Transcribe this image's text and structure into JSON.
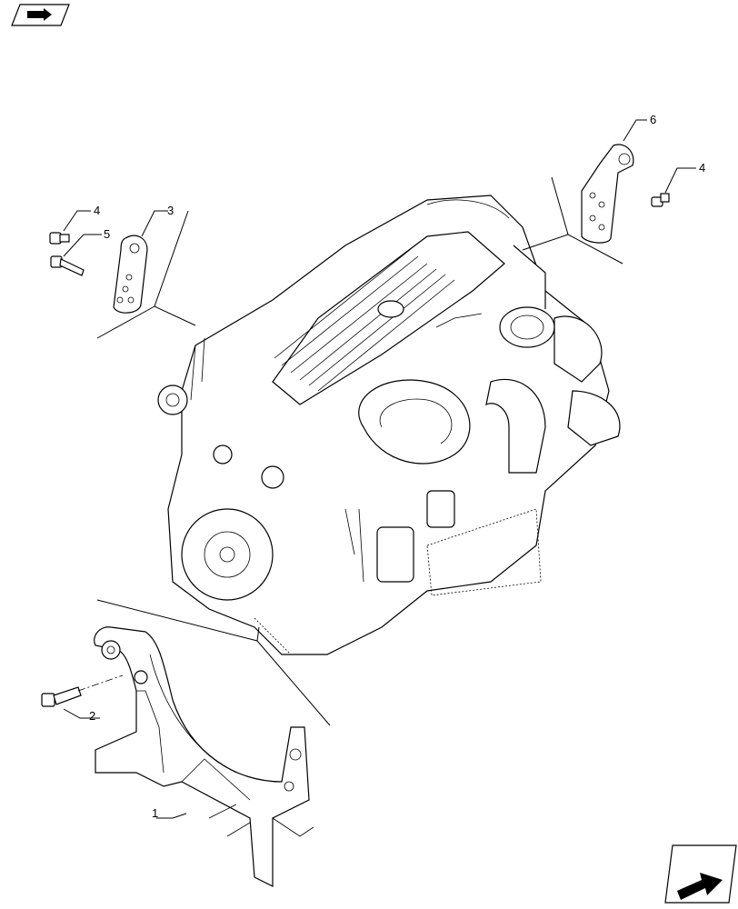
{
  "callouts": [
    {
      "id": "c1",
      "label": "1"
    },
    {
      "id": "c2",
      "label": "2"
    },
    {
      "id": "c3",
      "label": "3"
    },
    {
      "id": "c4a",
      "label": "4"
    },
    {
      "id": "c4b",
      "label": "4"
    },
    {
      "id": "c5",
      "label": "5"
    },
    {
      "id": "c6",
      "label": "6"
    }
  ],
  "icons": {
    "top_left": "book-arrow-icon",
    "bottom_right": "next-page-arrow-icon"
  }
}
